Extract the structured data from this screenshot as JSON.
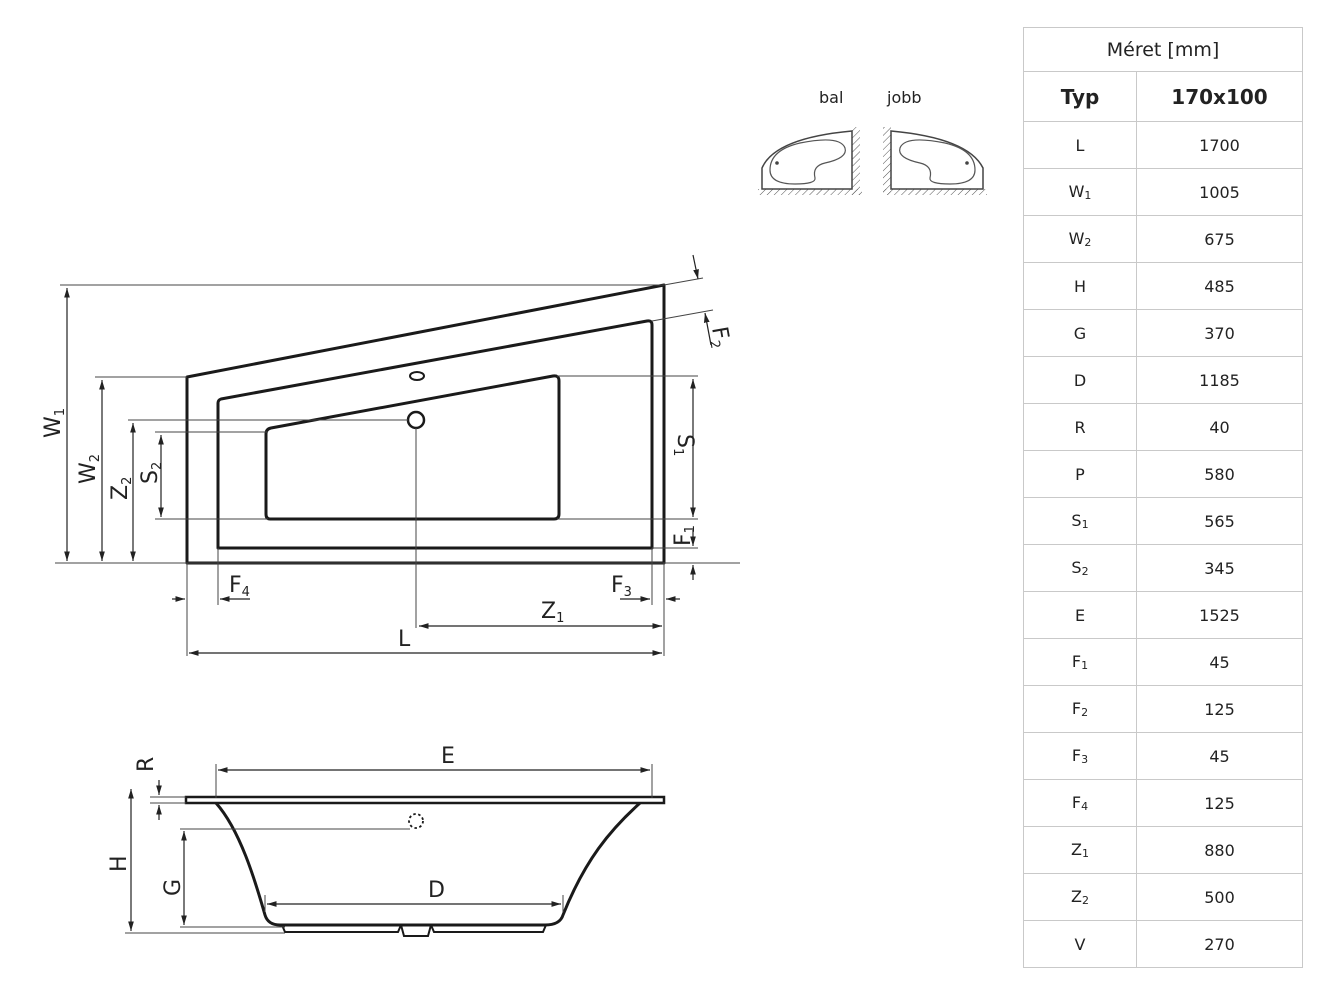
{
  "orientation": {
    "left_label": "bal",
    "right_label": "jobb"
  },
  "top_view_labels": {
    "W1": "W",
    "W1_sub": "1",
    "W2": "W",
    "W2_sub": "2",
    "Z2": "Z",
    "Z2_sub": "2",
    "S2": "S",
    "S2_sub": "2",
    "S1": "S",
    "S1_sub": "1",
    "F1": "F",
    "F1_sub": "1",
    "F2": "F",
    "F2_sub": "2",
    "F3": "F",
    "F3_sub": "3",
    "F4": "F",
    "F4_sub": "4",
    "Z1": "Z",
    "Z1_sub": "1",
    "L": "L"
  },
  "side_view_labels": {
    "R": "R",
    "E": "E",
    "H": "H",
    "G": "G",
    "D": "D"
  },
  "table": {
    "caption": "Méret [mm]",
    "col_type": "Typ",
    "col_size": "170x100",
    "rows": [
      {
        "key": "L",
        "sub": "",
        "value": "1700"
      },
      {
        "key": "W",
        "sub": "1",
        "value": "1005"
      },
      {
        "key": "W",
        "sub": "2",
        "value": "675"
      },
      {
        "key": "H",
        "sub": "",
        "value": "485"
      },
      {
        "key": "G",
        "sub": "",
        "value": "370"
      },
      {
        "key": "D",
        "sub": "",
        "value": "1185"
      },
      {
        "key": "R",
        "sub": "",
        "value": "40"
      },
      {
        "key": "P",
        "sub": "",
        "value": "580"
      },
      {
        "key": "S",
        "sub": "1",
        "value": "565"
      },
      {
        "key": "S",
        "sub": "2",
        "value": "345"
      },
      {
        "key": "E",
        "sub": "",
        "value": "1525"
      },
      {
        "key": "F",
        "sub": "1",
        "value": "45"
      },
      {
        "key": "F",
        "sub": "2",
        "value": "125"
      },
      {
        "key": "F",
        "sub": "3",
        "value": "45"
      },
      {
        "key": "F",
        "sub": "4",
        "value": "125"
      },
      {
        "key": "Z",
        "sub": "1",
        "value": "880"
      },
      {
        "key": "Z",
        "sub": "2",
        "value": "500"
      },
      {
        "key": "V",
        "sub": "",
        "value": "270"
      }
    ]
  }
}
